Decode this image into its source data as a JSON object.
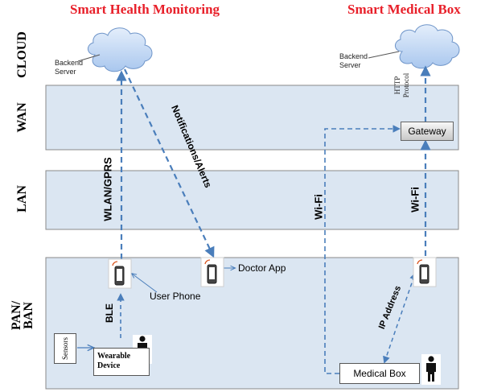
{
  "titles": {
    "left": "Smart Health Monitoring",
    "right": "Smart Medical Box"
  },
  "layers": {
    "cloud": "CLOUD",
    "wan": "WAN",
    "lan": "LAN",
    "pan": "PAN/ BAN"
  },
  "labels": {
    "backend_left": "Backend Server",
    "backend_right": "Backend Server",
    "http": "HTTP Protocol",
    "gateway": "Gateway",
    "wlan_gprs": "WLAN/GPRS",
    "notifications": "Notifications/Alerts",
    "wifi_left": "Wi-Fi",
    "wifi_right": "Wi-Fi",
    "doctor_app": "Doctor App",
    "user_phone": "User Phone",
    "ble": "BLE",
    "ip_address": "IP Address",
    "sensors": "Sensors",
    "wearable": "Wearable Device",
    "medical_box": "Medical Box"
  },
  "colors": {
    "title": "#e8202a",
    "arrow": "#4a7ebb",
    "layer_fill": "#dbe6f2",
    "cloud_fill": "#c9dcf3"
  }
}
